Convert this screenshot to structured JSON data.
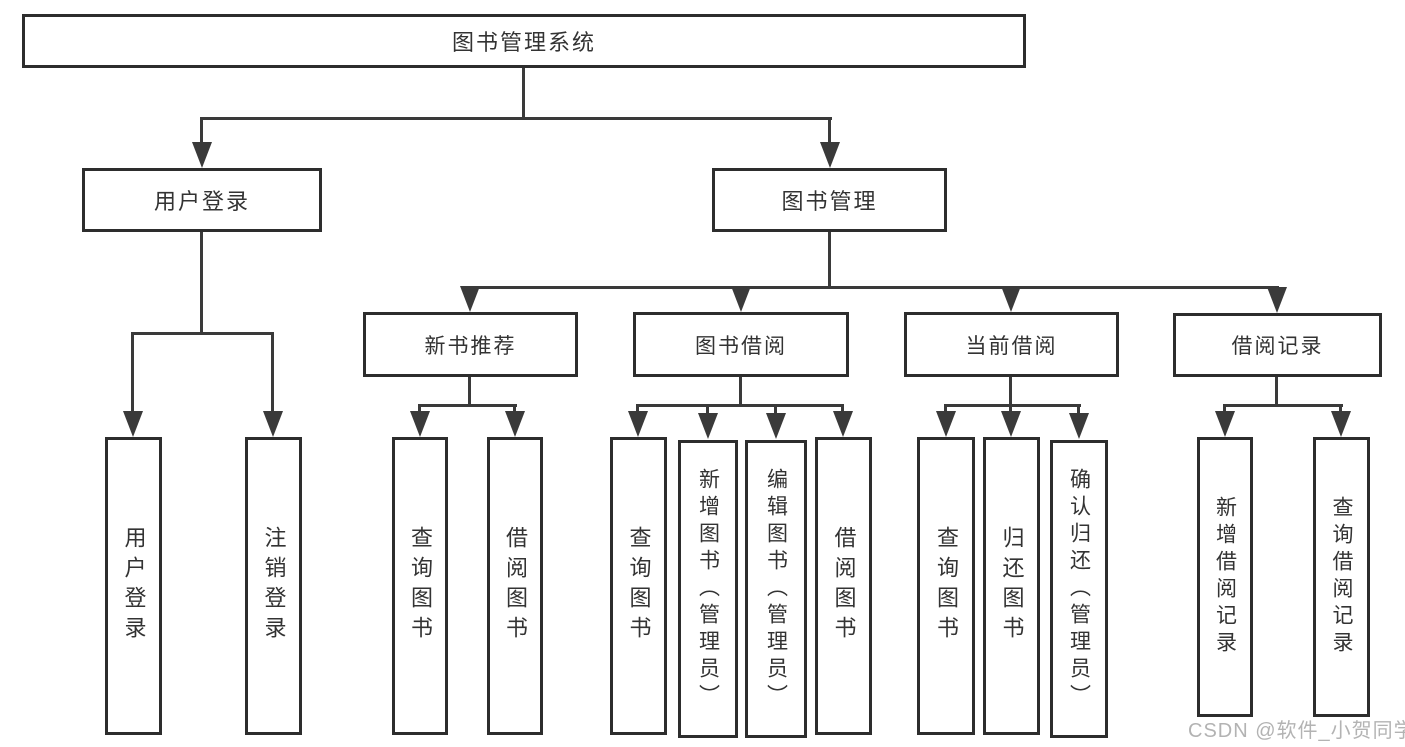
{
  "tree": {
    "label": "图书管理系统",
    "children": [
      {
        "label": "用户登录",
        "children": [
          {
            "label": "用户登录"
          },
          {
            "label": "注销登录"
          }
        ]
      },
      {
        "label": "图书管理",
        "children": [
          {
            "label": "新书推荐",
            "children": [
              {
                "label": "查询图书"
              },
              {
                "label": "借阅图书"
              }
            ]
          },
          {
            "label": "图书借阅",
            "children": [
              {
                "label": "查询图书"
              },
              {
                "label": "新增图书（管理员）"
              },
              {
                "label": "编辑图书（管理员）"
              },
              {
                "label": "借阅图书"
              }
            ]
          },
          {
            "label": "当前借阅",
            "children": [
              {
                "label": "查询图书"
              },
              {
                "label": "归还图书"
              },
              {
                "label": "确认归还（管理员）"
              }
            ]
          },
          {
            "label": "借阅记录",
            "children": [
              {
                "label": "新增借阅记录"
              },
              {
                "label": "查询借阅记录"
              }
            ]
          }
        ]
      }
    ]
  },
  "watermark": {
    "text": "CSDN @软件_小贺同学"
  },
  "colors": {
    "background": "#ffffff",
    "box_border": "#2d2d2d",
    "connector_line": "#3a3a3a",
    "text": "#333333",
    "watermark_gray": "#b3b3b3"
  }
}
